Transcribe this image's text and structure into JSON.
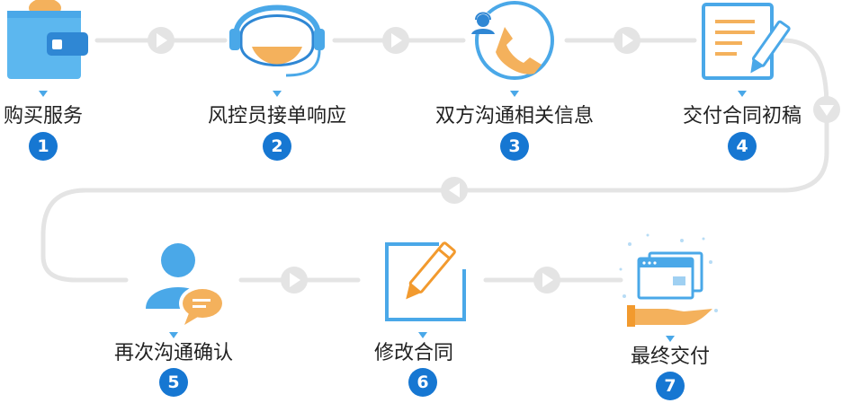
{
  "colors": {
    "track": "#e4e4e4",
    "blue": "#1677d2",
    "light_blue": "#59b4ee",
    "orange": "#f4b15c",
    "orange_dark": "#f29a2e"
  },
  "steps": [
    {
      "number": "1",
      "label": "购买服务",
      "icon": "wallet-icon"
    },
    {
      "number": "2",
      "label": "风控员接单响应",
      "icon": "headset-icon"
    },
    {
      "number": "3",
      "label": "双方沟通相关信息",
      "icon": "phone-icon"
    },
    {
      "number": "4",
      "label": "交付合同初稿",
      "icon": "document-pen-icon"
    },
    {
      "number": "5",
      "label": "再次沟通确认",
      "icon": "user-chat-icon"
    },
    {
      "number": "6",
      "label": "修改合同",
      "icon": "edit-icon"
    },
    {
      "number": "7",
      "label": "最终交付",
      "icon": "hand-card-icon"
    }
  ]
}
